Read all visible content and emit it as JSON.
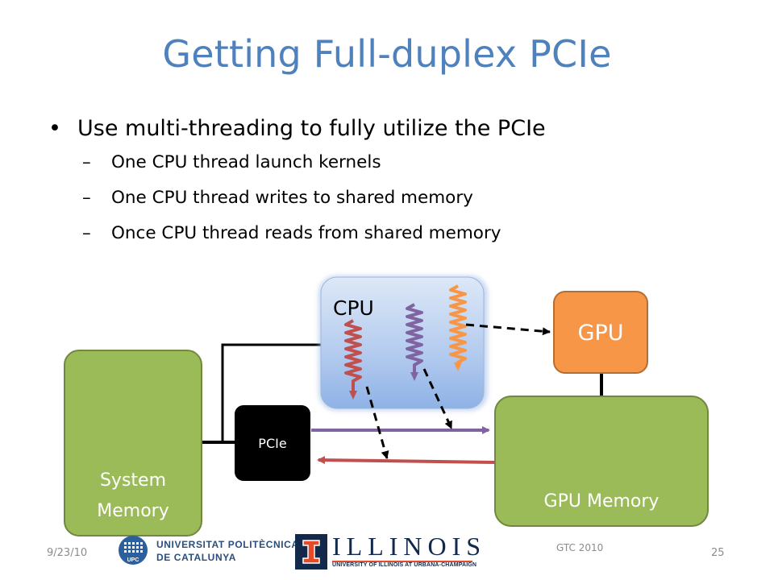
{
  "slide": {
    "title": "Getting Full-duplex PCIe",
    "bullet_main": "Use multi-threading to fully utilize the PCIe",
    "sub_bullets": [
      "One CPU thread launch kernels",
      "One CPU thread writes to shared memory",
      "Once CPU thread reads from shared memory"
    ],
    "bullet_glyph": "•",
    "dash_glyph": "–"
  },
  "diagram": {
    "cpu_label": "CPU",
    "gpu_label": "GPU",
    "pcie_label": "PCIe",
    "system_memory_line1": "System",
    "system_memory_line2": "Memory",
    "gpu_memory_label": "GPU Memory"
  },
  "colors": {
    "title_blue": "#4f81bd",
    "memory_green": "#9bbb59",
    "memory_border": "#71893f",
    "gpu_orange": "#f79646",
    "thread_red": "#c0504d",
    "thread_purple": "#8064a2",
    "thread_orange": "#f79646"
  },
  "footer": {
    "date": "9/23/10",
    "event": "GTC 2010",
    "page_number": "25"
  },
  "logos": {
    "upc_line1": "UNIVERSITAT POLITÈCNICA",
    "upc_line2": "DE CATALUNYA",
    "upc_mark": "UPC",
    "illinois_word": "ILLINOIS",
    "illinois_sub": "UNIVERSITY OF ILLINOIS AT URBANA-CHAMPAIGN"
  }
}
